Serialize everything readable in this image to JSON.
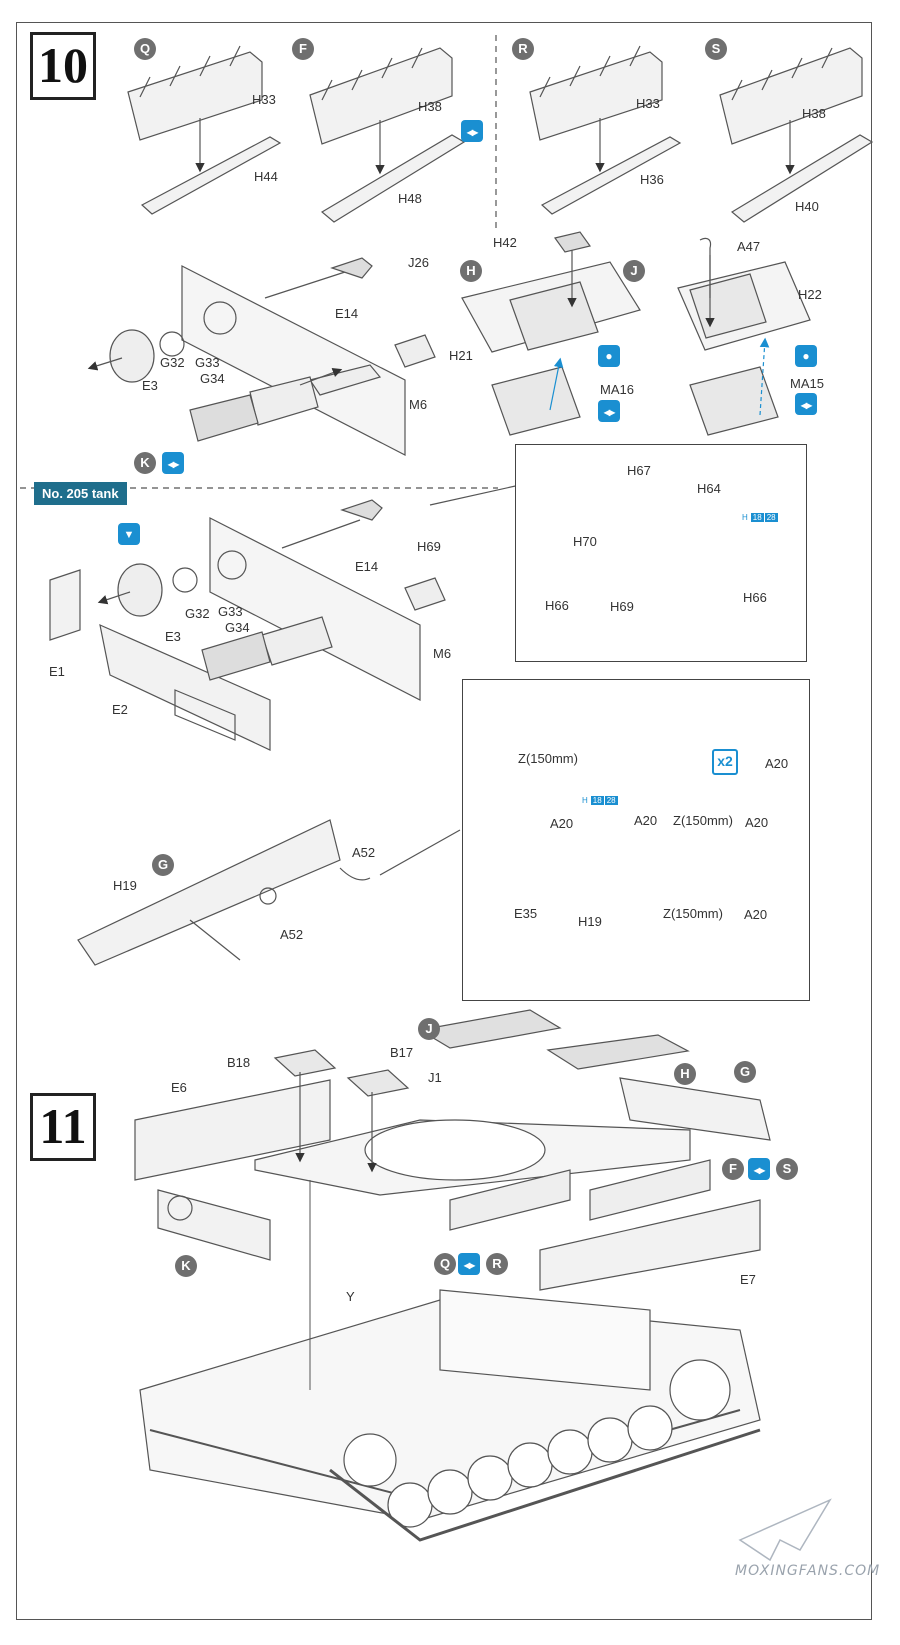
{
  "steps": {
    "s10": "10",
    "s11": "11"
  },
  "variant_markers": {
    "Q": "Q",
    "F": "F",
    "R": "R",
    "S": "S",
    "H": "H",
    "J": "J",
    "K": "K",
    "G": "G"
  },
  "tank_tag": "No. 205 tank",
  "parts": {
    "H33a": "H33",
    "H44": "H44",
    "H38a": "H38",
    "H48": "H48",
    "H33b": "H33",
    "H36": "H36",
    "H38b": "H38",
    "H40": "H40",
    "J26": "J26",
    "E14a": "E14",
    "G32a": "G32",
    "G33a": "G33",
    "G34a": "G34",
    "E3a": "E3",
    "M6a": "M6",
    "H42": "H42",
    "H21": "H21",
    "MA16": "MA16",
    "A47": "A47",
    "H22": "H22",
    "MA15": "MA15",
    "H67": "H67",
    "H64": "H64",
    "H70": "H70",
    "H66a": "H66",
    "H69a": "H69",
    "H66b": "H66",
    "H69b": "H69",
    "E14b": "E14",
    "E3b": "E3",
    "G32b": "G32",
    "G33b": "G33",
    "G34b": "G34",
    "M6b": "M6",
    "E1": "E1",
    "E2": "E2",
    "Z1": "Z(150mm)",
    "A20a": "A20",
    "A20b": "A20",
    "A20c": "A20",
    "Z2": "Z(150mm)",
    "A20d": "A20",
    "H19a": "H19",
    "E35": "E35",
    "Z3": "Z(150mm)",
    "A20e": "A20",
    "H19b": "H19",
    "A52a": "A52",
    "A52b": "A52",
    "B18": "B18",
    "B17": "B17",
    "J1": "J1",
    "E6": "E6",
    "E7": "E7",
    "Y": "Y"
  },
  "paint_codes": {
    "prefix": "H",
    "c1": "18",
    "c2": "28"
  },
  "multiplier": "x2",
  "watermark": "MOXINGFANS.COM",
  "icons": [
    "swap-variant-icon",
    "glue-drop-icon",
    "paint-brush-icon",
    "cement-icon"
  ]
}
